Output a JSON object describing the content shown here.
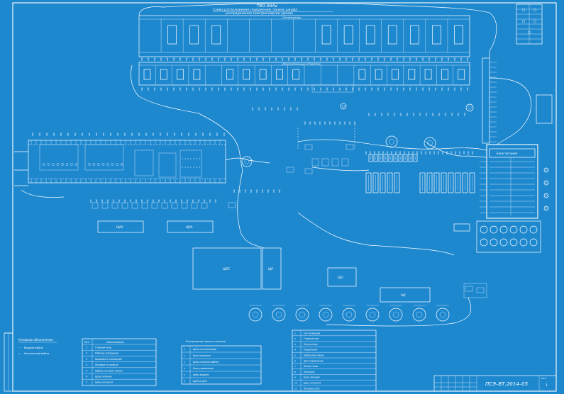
{
  "drawing": {
    "title_number": "ПСЭ–ВТ.2014–05",
    "header": {
      "code": "ТВО–8ААа",
      "line1": "Схема расположения сооружений, панель шкафа",
      "line2": "распределения электроэнергии здания",
      "upper_section": "Сигнализация",
      "lower_section": "Дополнительные устройства"
    },
    "cabinet_label": "Блок питания",
    "legend": {
      "title": "Условные обозначения",
      "items": [
        {
          "mark": "~",
          "text": "Вводной кабель"
        },
        {
          "mark": "=",
          "text": "Контрольный кабель"
        }
      ]
    },
    "table_left": {
      "head": [
        "Поз.",
        "Наименование"
      ],
      "rows": [
        [
          "1",
          "Главный ввод"
        ],
        [
          "2",
          "Рабочее освещение"
        ],
        [
          "3",
          "Аварийное освещение"
        ],
        [
          "4",
          "Питание устройств"
        ],
        [
          "5",
          "Кабель питания линии"
        ],
        [
          "6",
          "Цепь питания"
        ],
        [
          "7",
          "Цепь контроля"
        ]
      ]
    },
    "table_mid": {
      "title": "Контрольные цепи и сигналы",
      "rows": [
        "Цепь сигнализации",
        "Блок контроля",
        "Цепь питания кабеля",
        "Блок управления",
        "Цепь защиты",
        "ЩАП и ЩРА"
      ]
    },
    "table_right": {
      "rows": [
        "Сигнализация",
        "Главный щит",
        "Контроллер",
        "Разделение",
        "Кабельная линия",
        "Щит управления",
        "Линия связи",
        "Контроль",
        "Блок питания",
        "Цепь контроля",
        "Питание сети"
      ]
    },
    "stamp": {
      "sheet_label": "Лист",
      "sheet": "1"
    },
    "boxes": {
      "b1": "ЩРА",
      "b2": "ЩРА",
      "b3": "ЩПС",
      "b4": "ЩР",
      "b5": "ЩО",
      "b6": "ЩУ"
    }
  }
}
